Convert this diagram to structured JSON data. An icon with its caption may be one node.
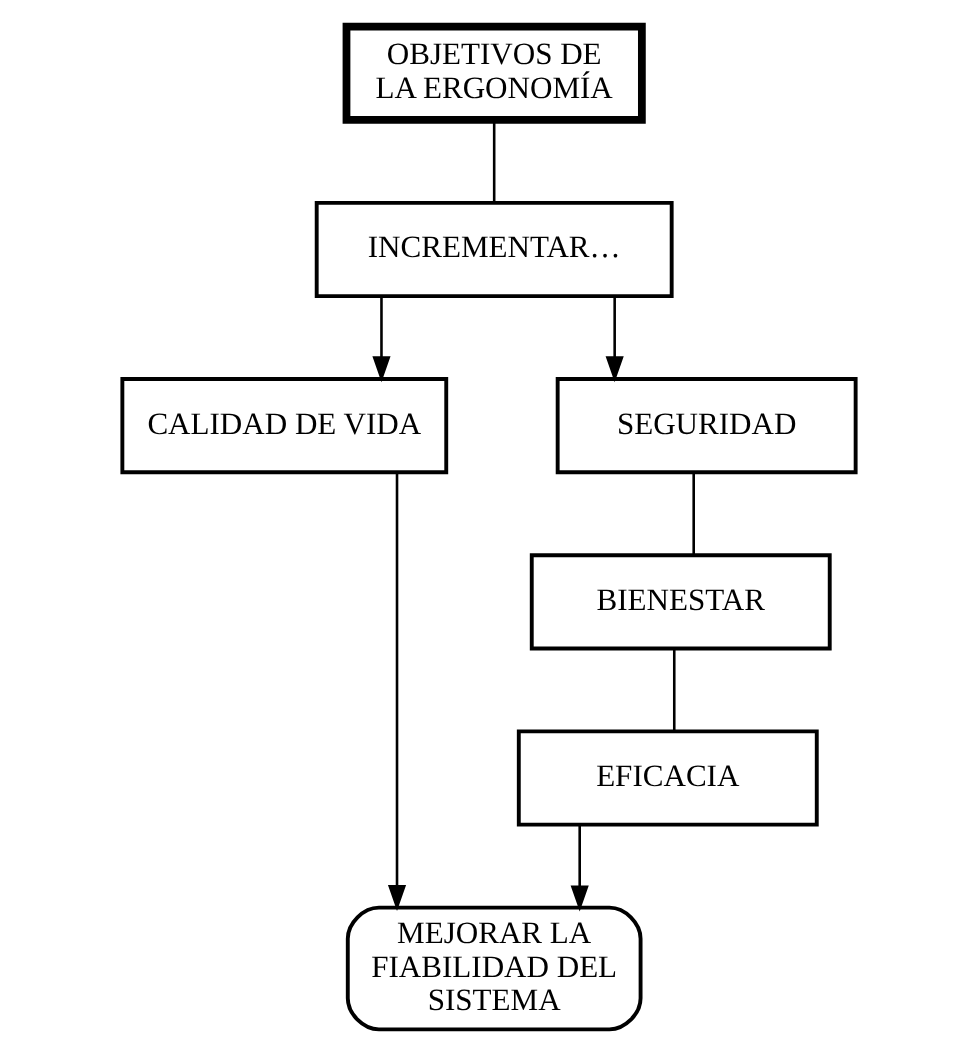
{
  "diagram": {
    "nodes": [
      {
        "text": [
          "OBJETIVOS DE LA ERGONOMÍA"
        ]
      },
      {
        "text": [
          "INCREMENTAR…"
        ]
      },
      {
        "text": [
          "CALIDAD DE VIDA"
        ]
      },
      {
        "text": [
          "SEGURIDAD"
        ]
      },
      {
        "text": [
          "BIENESTAR"
        ]
      },
      {
        "text": [
          "EFICACIA"
        ]
      },
      {
        "text": [
          "MEJORAR LA FIABILIDAD DEL SISTEMA"
        ]
      }
    ],
    "edges": [
      {
        "from": 0,
        "to": 1,
        "arrow": "none"
      },
      {
        "from": 1,
        "to": 2,
        "arrow": "to"
      },
      {
        "from": 1,
        "to": 3,
        "arrow": "to"
      },
      {
        "from": 3,
        "to": 4,
        "arrow": "none"
      },
      {
        "from": 4,
        "to": 5,
        "arrow": "none"
      },
      {
        "from": 2,
        "to": 6,
        "arrow": "to"
      },
      {
        "from": 5,
        "to": 6,
        "arrow": "to"
      }
    ]
  }
}
